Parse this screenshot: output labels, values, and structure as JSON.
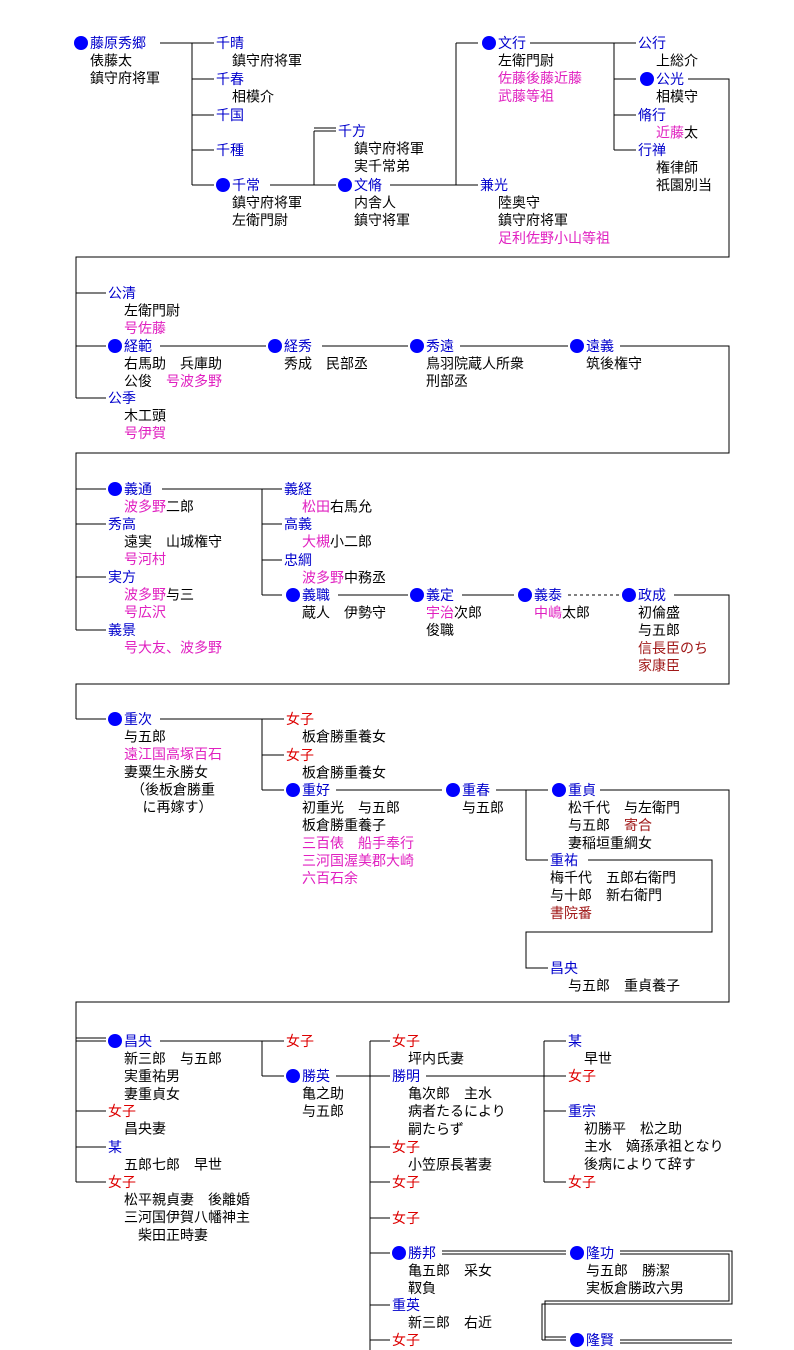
{
  "colors": {
    "name_blue": "#0000cc",
    "black": "#000000",
    "magenta": "#e020c0",
    "red": "#dd0000",
    "brown": "#a01818",
    "dot_blue": "#0000ff"
  },
  "nodes": [
    {
      "id": "fujiwara-hidesato",
      "name": "藤原秀郷",
      "main": true,
      "lines": [
        {
          "t": "俵藤太"
        },
        {
          "t": "鎮守府将軍"
        }
      ]
    },
    {
      "id": "chiharu1",
      "name": "千晴",
      "lines": [
        {
          "t": "鎮守府将軍"
        }
      ]
    },
    {
      "id": "chiharu2",
      "name": "千春",
      "lines": [
        {
          "t": "相模介"
        }
      ]
    },
    {
      "id": "chikuni",
      "name": "千国",
      "lines": []
    },
    {
      "id": "chitane",
      "name": "千種",
      "lines": []
    },
    {
      "id": "chitsune",
      "name": "千常",
      "main": true,
      "lines": [
        {
          "t": "鎮守府将軍"
        },
        {
          "t": "左衛門尉"
        }
      ]
    },
    {
      "id": "chikata",
      "name": "千方",
      "lines": [
        {
          "t": "鎮守府将軍"
        },
        {
          "t": "実千常弟"
        }
      ]
    },
    {
      "id": "fumiyasu",
      "name": "文脩",
      "main": true,
      "lines": [
        {
          "t": "内舎人"
        },
        {
          "t": "鎮守将軍"
        }
      ]
    },
    {
      "id": "fumiyuki",
      "name": "文行",
      "main": true,
      "lines": [
        {
          "t": "左衛門尉"
        },
        {
          "t": "佐藤後藤近藤",
          "c": "magenta"
        },
        {
          "t": "武藤等祖",
          "c": "magenta"
        }
      ]
    },
    {
      "id": "kanemitsu",
      "name": "兼光",
      "lines": [
        {
          "t": "陸奥守"
        },
        {
          "t": "鎮守府将軍"
        },
        {
          "t": "足利佐野小山等祖",
          "c": "magenta"
        }
      ]
    },
    {
      "id": "kimiyuki",
      "name": "公行",
      "lines": [
        {
          "t": "上総介"
        }
      ]
    },
    {
      "id": "kimimitsu",
      "name": "公光",
      "main": true,
      "lines": [
        {
          "t": "相模守"
        }
      ]
    },
    {
      "id": "sukeyuki",
      "name": "脩行",
      "lines": [
        {
          "t": "近藤",
          "c": "magenta",
          "tail": "太"
        }
      ]
    },
    {
      "id": "gyozen",
      "name": "行禅",
      "lines": [
        {
          "t": "権律師"
        },
        {
          "t": "祇園別当"
        }
      ]
    },
    {
      "id": "kimikiyo",
      "name": "公清",
      "lines": [
        {
          "t": "左衛門尉"
        },
        {
          "t": "号佐藤",
          "c": "magenta"
        }
      ]
    },
    {
      "id": "tsunenori",
      "name": "経範",
      "main": true,
      "lines": [
        {
          "t": "右馬助　兵庫助"
        },
        {
          "t": "公俊　",
          "tail": "号波多野",
          "tailc": "magenta"
        }
      ]
    },
    {
      "id": "kimisue",
      "name": "公季",
      "lines": [
        {
          "t": "木工頭"
        },
        {
          "t": "号伊賀",
          "c": "magenta"
        }
      ]
    },
    {
      "id": "tsunehide",
      "name": "経秀",
      "main": true,
      "lines": [
        {
          "t": "秀成　民部丞"
        }
      ]
    },
    {
      "id": "hidetoo",
      "name": "秀遠",
      "main": true,
      "lines": [
        {
          "t": "鳥羽院蔵人所衆"
        },
        {
          "t": "刑部丞"
        }
      ]
    },
    {
      "id": "tooyoshi",
      "name": "遠義",
      "main": true,
      "lines": [
        {
          "t": "筑後権守"
        }
      ]
    },
    {
      "id": "yoshimichi",
      "name": "義通",
      "main": true,
      "lines": [
        {
          "t": "波多野",
          "c": "magenta",
          "tail": "二郎"
        }
      ]
    },
    {
      "id": "hidetaka",
      "name": "秀高",
      "lines": [
        {
          "t": "遠実　山城権守"
        },
        {
          "t": "号河村",
          "c": "magenta"
        }
      ]
    },
    {
      "id": "sanekata",
      "name": "実方",
      "lines": [
        {
          "t": "波多野",
          "c": "magenta",
          "tail": "与三"
        },
        {
          "t": "号広沢",
          "c": "magenta"
        }
      ]
    },
    {
      "id": "yoshikage",
      "name": "義景",
      "lines": [
        {
          "t": "号大友、波多野",
          "c": "magenta"
        }
      ]
    },
    {
      "id": "yoshitsune",
      "name": "義経",
      "lines": [
        {
          "t": "松田",
          "c": "magenta",
          "tail": "右馬允"
        }
      ]
    },
    {
      "id": "takayoshi",
      "name": "高義",
      "lines": [
        {
          "t": "大槻",
          "c": "magenta",
          "tail": "小二郎"
        }
      ]
    },
    {
      "id": "tadatsuna",
      "name": "忠綱",
      "lines": [
        {
          "t": "波多野",
          "c": "magenta",
          "tail": "中務丞"
        }
      ]
    },
    {
      "id": "yoshimoto",
      "name": "義職",
      "main": true,
      "lines": [
        {
          "t": "蔵人　伊勢守"
        }
      ]
    },
    {
      "id": "yoshisada",
      "name": "義定",
      "main": true,
      "lines": [
        {
          "t": "宇治",
          "c": "magenta",
          "tail": "次郎"
        },
        {
          "t": "俊職"
        }
      ]
    },
    {
      "id": "yoshiyasu",
      "name": "義泰",
      "main": true,
      "lines": [
        {
          "t": "中嶋",
          "c": "magenta",
          "tail": "太郎"
        }
      ]
    },
    {
      "id": "masanari",
      "name": "政成",
      "main": true,
      "lines": [
        {
          "t": "初倫盛"
        },
        {
          "t": "与五郎"
        },
        {
          "t": "信長臣のち",
          "c": "brown"
        },
        {
          "t": "家康臣",
          "c": "brown"
        }
      ]
    },
    {
      "id": "shigetsugu",
      "name": "重次",
      "main": true,
      "lines": [
        {
          "t": "与五郎"
        },
        {
          "t": "遠江国高塚百石",
          "c": "magenta"
        },
        {
          "t": "妻粟生永勝女"
        },
        {
          "t": "　（後板倉勝重"
        },
        {
          "t": "　 に再嫁す）"
        }
      ]
    },
    {
      "id": "joshi1",
      "name": "女子",
      "nc": "red",
      "lines": [
        {
          "t": "板倉勝重養女"
        }
      ]
    },
    {
      "id": "joshi2",
      "name": "女子",
      "nc": "red",
      "lines": [
        {
          "t": "板倉勝重養女"
        }
      ]
    },
    {
      "id": "shigeyoshi",
      "name": "重好",
      "main": true,
      "lines": [
        {
          "t": "初重光　与五郎"
        },
        {
          "t": "板倉勝重養子"
        },
        {
          "t": "三百俵　船手奉行",
          "c": "magenta"
        },
        {
          "t": "三河国渥美郡大崎",
          "c": "magenta"
        },
        {
          "t": "六百石余",
          "c": "magenta"
        }
      ]
    },
    {
      "id": "shigeharu",
      "name": "重春",
      "main": true,
      "lines": [
        {
          "t": "与五郎"
        }
      ]
    },
    {
      "id": "shigesada",
      "name": "重貞",
      "main": true,
      "lines": [
        {
          "t": "松千代　与左衛門"
        },
        {
          "t": "与五郎　",
          "tail": "寄合",
          "tailc": "brown"
        },
        {
          "t": "妻稲垣重綱女"
        }
      ]
    },
    {
      "id": "shigesuke",
      "name": "重祐",
      "lines": [
        {
          "t": "梅千代　五郎右衛門"
        },
        {
          "t": "与十郎　新右衛門"
        },
        {
          "t": "書院番",
          "c": "brown"
        }
      ]
    },
    {
      "id": "masanaka",
      "name": "昌央",
      "lines": [
        {
          "t": "与五郎　重貞養子"
        }
      ]
    },
    {
      "id": "masanaka2",
      "name": "昌央",
      "main": true,
      "lines": [
        {
          "t": "新三郎　与五郎"
        },
        {
          "t": "実重祐男"
        },
        {
          "t": "妻重貞女"
        }
      ]
    },
    {
      "id": "joshi3",
      "name": "女子",
      "nc": "red",
      "lines": [
        {
          "t": "昌央妻"
        }
      ]
    },
    {
      "id": "bou1",
      "name": "某",
      "lines": [
        {
          "t": "五郎七郎　早世"
        }
      ]
    },
    {
      "id": "joshi4",
      "name": "女子",
      "nc": "red",
      "lines": [
        {
          "t": "松平親貞妻　後離婚"
        },
        {
          "t": "三河国伊賀八幡神主"
        },
        {
          "t": "　柴田正時妻"
        }
      ]
    },
    {
      "id": "joshi5",
      "name": "女子",
      "nc": "red",
      "lines": []
    },
    {
      "id": "katsuhide",
      "name": "勝英",
      "main": true,
      "lines": [
        {
          "t": "亀之助"
        },
        {
          "t": "与五郎"
        }
      ]
    },
    {
      "id": "joshi6",
      "name": "女子",
      "nc": "red",
      "lines": [
        {
          "t": "坪内氏妻"
        }
      ]
    },
    {
      "id": "katsuaki",
      "name": "勝明",
      "lines": [
        {
          "t": "亀次郎　主水"
        },
        {
          "t": "病者たるにより"
        },
        {
          "t": "嗣たらず"
        }
      ]
    },
    {
      "id": "joshi7",
      "name": "女子",
      "nc": "red",
      "lines": [
        {
          "t": "小笠原長著妻"
        }
      ]
    },
    {
      "id": "joshi8",
      "name": "女子",
      "nc": "red",
      "lines": []
    },
    {
      "id": "joshi9",
      "name": "女子",
      "nc": "red",
      "lines": []
    },
    {
      "id": "katsukuni",
      "name": "勝邦",
      "main": true,
      "lines": [
        {
          "t": "亀五郎　采女"
        },
        {
          "t": "靫負"
        }
      ]
    },
    {
      "id": "shigehide",
      "name": "重英",
      "lines": [
        {
          "t": "新三郎　右近"
        }
      ]
    },
    {
      "id": "joshi10",
      "name": "女子",
      "nc": "red",
      "lines": []
    },
    {
      "id": "bou2",
      "name": "某",
      "lines": [
        {
          "t": "早世"
        }
      ]
    },
    {
      "id": "joshi11",
      "name": "女子",
      "nc": "red",
      "lines": []
    },
    {
      "id": "shigemune",
      "name": "重宗",
      "lines": [
        {
          "t": "初勝平　松之助"
        },
        {
          "t": "主水　嫡孫承祖となり"
        },
        {
          "t": "後病によりて辞す"
        }
      ]
    },
    {
      "id": "joshi12",
      "name": "女子",
      "nc": "red",
      "lines": []
    },
    {
      "id": "takaisao",
      "name": "隆功",
      "main": true,
      "lines": [
        {
          "t": "与五郎　勝潔"
        },
        {
          "t": "実板倉勝政六男"
        }
      ]
    },
    {
      "id": "takakata",
      "name": "隆賢",
      "main": true,
      "lines": []
    }
  ]
}
